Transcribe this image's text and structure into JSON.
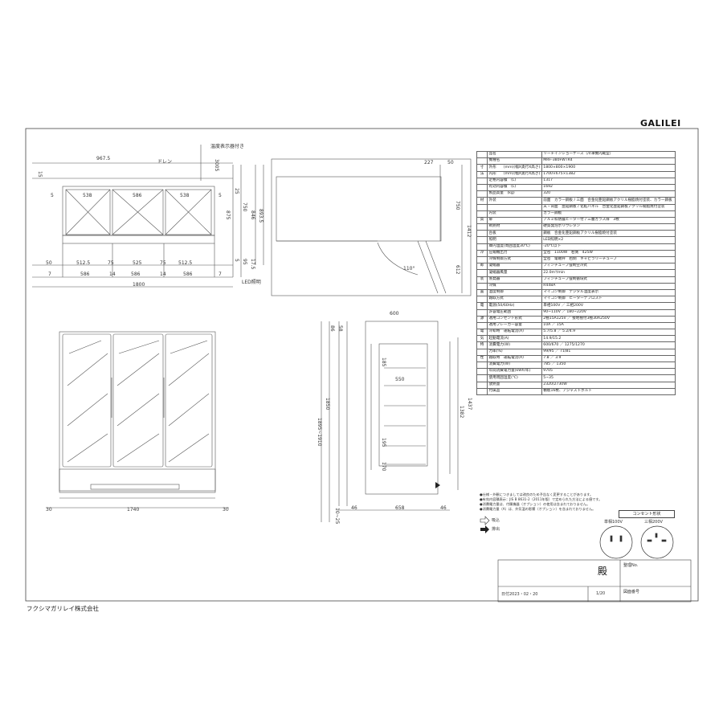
{
  "brand": "GALILEI",
  "company": "フクシマガリレイ株式会社",
  "dimensions": {
    "plan_top": [
      "967.5",
      "538",
      "586",
      "538",
      "512.5",
      "75",
      "525",
      "75",
      "512.5",
      "50",
      "7",
      "586",
      "14",
      "586",
      "14",
      "586",
      "7",
      "1800"
    ],
    "plan_side": [
      "15",
      "5",
      "5",
      "3005",
      "875",
      "750",
      "846",
      "893.5",
      "95",
      "17.5",
      "5",
      "25"
    ],
    "side_view": [
      "227",
      "50",
      "750",
      "1412",
      "612",
      "110°"
    ],
    "front_bottom": [
      "30",
      "1740",
      "30"
    ],
    "section": [
      "600",
      "86",
      "58",
      "1895~1910",
      "1850",
      "1382",
      "1437",
      "550",
      "185",
      "195",
      "170",
      "10~25",
      "46",
      "658",
      "46"
    ]
  },
  "labels": {
    "drain": "ドレン",
    "temp_display": "温度表示器付き",
    "led": "LED照明"
  },
  "spec_rows": [
    [
      "",
      "品名",
      "リーチインショーケース（冷凍機内蔵型）"
    ],
    [
      "",
      "機種名",
      "MRF-380FWTR4"
    ],
    [
      "寸",
      "外形　　(mm)(幅X奥行X高さ)",
      "1800×800×1900"
    ],
    [
      "法",
      "内形　　(mm)(幅X奥行X高さ)",
      "1700×675×1382"
    ],
    [
      "",
      "定格内容積　(L)",
      "1317"
    ],
    [
      "",
      "有効内容積　(L)",
      "1692"
    ],
    [
      "",
      "製品質量　(kg)",
      "320"
    ],
    [
      "材",
      "外装",
      "前面　カラー鋼板 / 三面　合金化亜鉛鋼板アクリル樹脂焼付塗装、カラー鋼板"
    ],
    [
      "",
      "",
      "天・背面　亜鉛鋼板 / 化粧パネル　合金化亜鉛鋼板アクリル樹脂焼付塗装"
    ],
    [
      "",
      "内装",
      "カラー鋼板"
    ],
    [
      "質",
      "扉",
      "アルミ枠防露ヒーター付 / 三層ガラス扉　3枚"
    ],
    [
      "",
      "断熱材",
      "硬質発泡ポリウレタン"
    ],
    [
      "",
      "台板",
      "鋼板　合金化亜鉛鋼板アクリル樹脂焼付塗装"
    ],
    [
      "",
      "照明",
      "LED照明×2"
    ],
    [
      "",
      "庫内温度(周囲温度30℃)",
      "-20℃以下"
    ],
    [
      "冷",
      "圧縮機出力",
      "全密　1100W　右側　425W"
    ],
    [
      "",
      "冷媒制御方式",
      "全密　電磁弁　右側　キャピラリーチューブ"
    ],
    [
      "却",
      "凝縮器",
      "フィンチューブ強制空冷式"
    ],
    [
      "",
      "凝縮器風量",
      "22.0m³/min"
    ],
    [
      "装",
      "蒸発器",
      "フィンチューブ強制循環式"
    ],
    [
      "",
      "冷媒",
      "R448A"
    ],
    [
      "置",
      "温度制御",
      "マイコン制御　デジタル温度表示"
    ],
    [
      "",
      "霜取方式",
      "マイコン制御　ヒーターデフロスト"
    ],
    [
      "電",
      "電源(50/60Hz)",
      "単相100V ／ 三相200V"
    ],
    [
      "",
      "許容電圧範囲",
      "90~110V ／ 180~220V"
    ],
    [
      "源",
      "適用コンセント形式",
      "2極15A125V ／ 接地極付3極30A250V"
    ],
    [
      "",
      "適用ブレーカー容量",
      "10A ／ 15A"
    ],
    [
      "電",
      "冷却時　運転電流(A)",
      "5.7/5.8 ／ 5.2/4.9"
    ],
    [
      "気",
      "起動電流(A)",
      "14.9/15.2"
    ],
    [
      "特",
      "消費電力(W)",
      "600/670 ／ 1275/1270"
    ],
    [
      "",
      "力率(%)",
      "99/95 ／ 71/81"
    ],
    [
      "性",
      "霜取時　運転電流(A)",
      "7.8 ／ 3.9"
    ],
    [
      "",
      "消費電力(W)",
      "785 ／ 1350"
    ],
    [
      "",
      "年間消費電力量(kWh/年)",
      "9705"
    ],
    [
      "",
      "使用周囲温度(℃)",
      "5~35"
    ],
    [
      "",
      "放熱量",
      "2320/2730W"
    ],
    [
      "",
      "付属品",
      "棚板16枚、アジャストボルト"
    ]
  ],
  "notes": [
    "●仕様・外観につきましては改良のため予告なく変更することがあります。",
    "●有効内容積表示：JIS B 8631-2（2011年版）で定められた方法による値です。",
    "●消費電力量は、付属機器（オプション）の使用は含まれておりません。",
    "●消費電力量（A）は、外気温の影響（オプション）を含まれておりません。"
  ],
  "legend": {
    "intake": "吸込",
    "exhaust": "排出"
  },
  "outlet": {
    "title": "コンセント形状",
    "single": "単相100V",
    "three": "三相200V"
  },
  "title_block": {
    "customer": "殿",
    "drawing_no_label": "整理No.",
    "date": "日付2023・02・20",
    "scale": "1/20",
    "drawing_no": "図面番号"
  }
}
